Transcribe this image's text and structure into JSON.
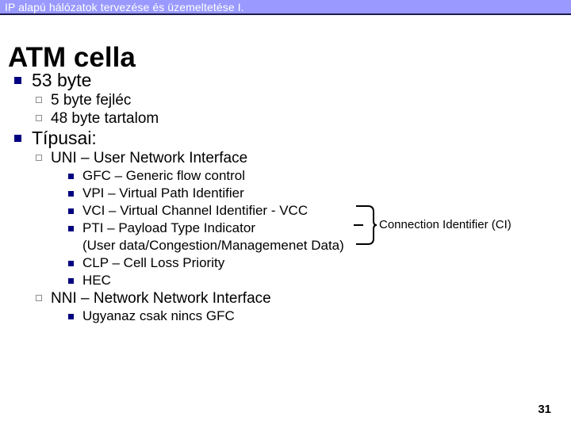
{
  "header": {
    "title": "IP alapú hálózatok tervezése és üzemeltetése I.",
    "background_color": "#9999FF",
    "text_color": "#FFFFFF",
    "border_color": "#1A1A4E"
  },
  "slide": {
    "title": "ATM cella",
    "page_number": "31",
    "background_color": "#FFFFFF"
  },
  "markers": {
    "level1_color": "#000080",
    "level2_color": "#8F8F8F",
    "level3_color": "#000080"
  },
  "outline": [
    {
      "level": 1,
      "text": "53 byte"
    },
    {
      "level": 2,
      "text": "5 byte fejléc"
    },
    {
      "level": 2,
      "text": "48 byte tartalom"
    },
    {
      "level": 1,
      "text": "Típusai:"
    },
    {
      "level": 2,
      "text": "UNI – User Network Interface"
    },
    {
      "level": 3,
      "text": "GFC – Generic flow control"
    },
    {
      "level": 3,
      "text": "VPI – Virtual Path Identifier"
    },
    {
      "level": 3,
      "text": "VCI – Virtual Channel Identifier - VCC"
    },
    {
      "level": 3,
      "text": "PTI – Payload Type Indicator"
    },
    {
      "level": 0,
      "text": "(User data/Congestion/Managemenet Data)"
    },
    {
      "level": 3,
      "text": "CLP – Cell Loss Priority"
    },
    {
      "level": 3,
      "text": "HEC"
    },
    {
      "level": 2,
      "text": "NNI – Network Network Interface"
    },
    {
      "level": 3,
      "text": "Ugyanaz csak nincs GFC"
    }
  ],
  "annotation": {
    "label": "Connection Identifier (CI)",
    "shape": "right-curly-brace"
  }
}
